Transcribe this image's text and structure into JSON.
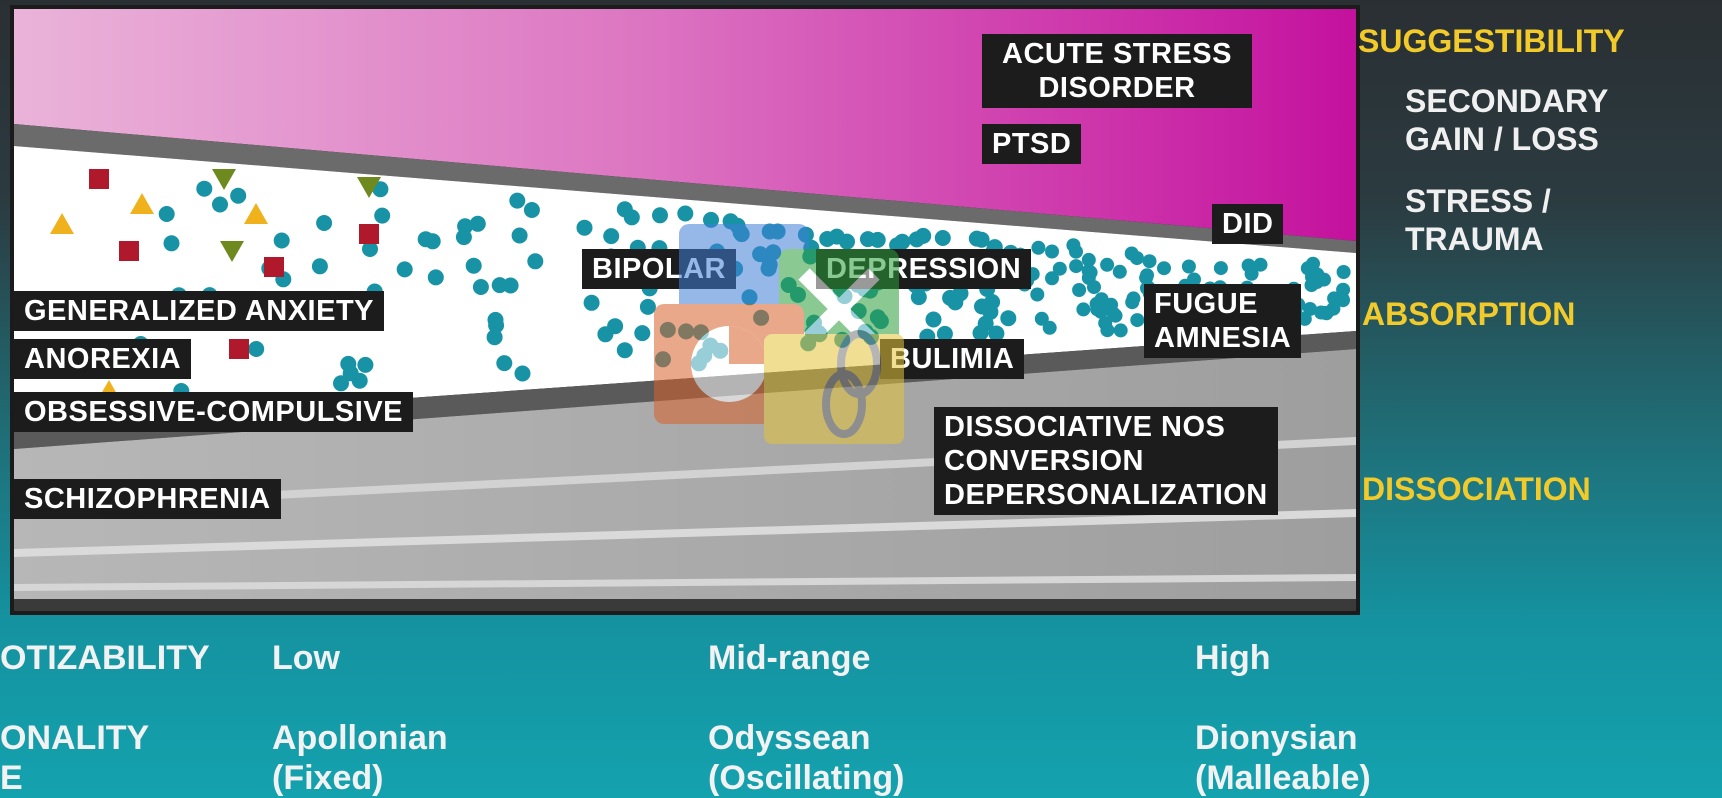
{
  "diagram": {
    "top_region_labels": {
      "acute_stress": "ACUTE STRESS\nDISORDER",
      "ptsd": "PTSD",
      "did": "DID"
    },
    "middle_region_labels": {
      "bipolar": "BIPOLAR",
      "depression": "DEPRESSION",
      "fugue": "FUGUE\nAMNESIA",
      "bulimia": "BULIMIA",
      "generalized_anxiety": "GENERALIZED ANXIETY",
      "anorexia": "ANOREXIA",
      "obsessive": "OBSESSIVE-COMPULSIVE"
    },
    "bottom_region_labels": {
      "dissociative": "DISSOCIATIVE NOS\nCONVERSION\nDEPERSONALIZATION",
      "schizophrenia": "SCHIZOPHRENIA"
    },
    "colors": {
      "magenta": "#cc1aa8",
      "pink": "#e07cc4",
      "dots": "#1893a6",
      "triangle_up": "#f0b21c",
      "triangle_down": "#6e8a1e",
      "square": "#b0192c",
      "gray_band": "#a7a7a7"
    }
  },
  "side_labels": {
    "suggestibility": "SUGGESTIBILITY",
    "secondary_gain": "SECONDARY\nGAIN / LOSS",
    "stress_trauma": "STRESS /\nTRAUMA",
    "absorption": "ABSORPTION",
    "dissociation": "DISSOCIATION"
  },
  "scale": {
    "row1_label": "OTIZABILITY",
    "row1_values": [
      "Low",
      "Mid-range",
      "High"
    ],
    "row2_label": "ONALITY\nE",
    "row2_values": [
      "Apollonian\n(Fixed)",
      "Odyssean\n(Oscillating)",
      "Dionysian\n(Malleable)"
    ]
  },
  "watermark_icon": "office-suite-icon"
}
